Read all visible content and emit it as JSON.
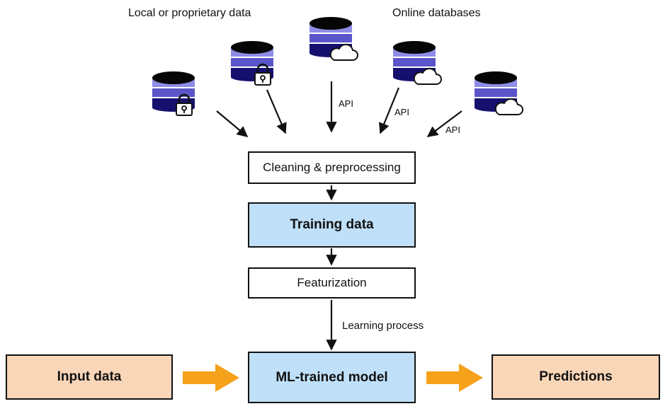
{
  "sources": {
    "local_label": "Local or proprietary data",
    "online_label": "Online databases",
    "api_label": "API"
  },
  "pipeline": {
    "cleaning": "Cleaning & preprocessing",
    "training": "Training data",
    "featurization": "Featurization",
    "learning": "Learning process",
    "model": "ML-trained model"
  },
  "io": {
    "input": "Input data",
    "output": "Predictions"
  },
  "icons": {
    "local_db": "database-lock-icon",
    "online_db": "database-cloud-icon",
    "arrow": "arrow-icon"
  },
  "colors": {
    "db_light": "#8E8DE6",
    "db_mid": "#4C47B8",
    "db_dark": "#15106E",
    "db_top": "#050505",
    "blue_box": "#BFE0F8",
    "peach_box": "#FAD6B8",
    "orange_arrow": "#F5A11A"
  }
}
